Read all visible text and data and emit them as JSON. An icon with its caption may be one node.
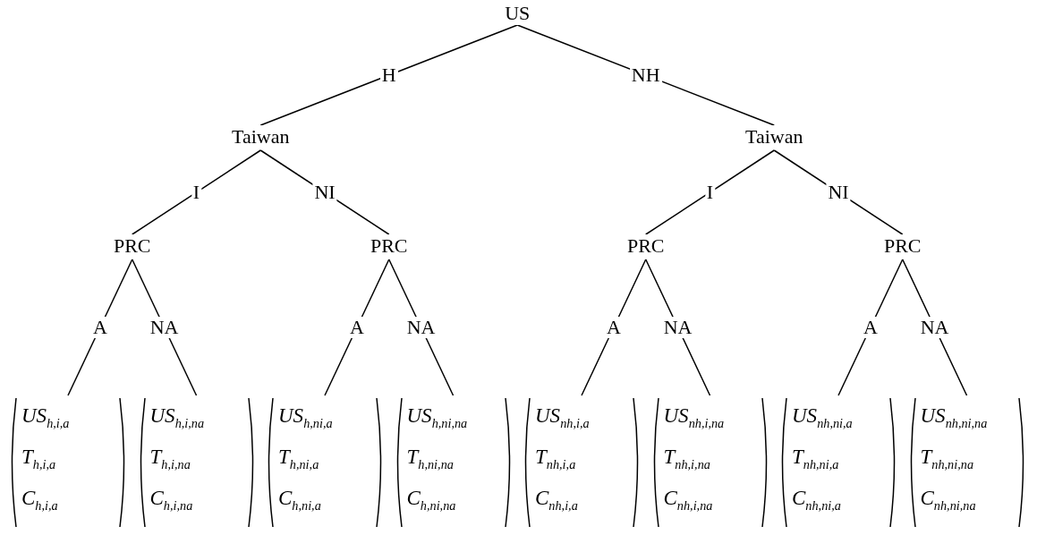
{
  "diagram": {
    "nodes": [
      {
        "text": [
          "US"
        ]
      },
      {
        "text": [
          "Taiwan"
        ]
      },
      {
        "text": [
          "Taiwan"
        ]
      },
      {
        "text": [
          "PRC"
        ]
      },
      {
        "text": [
          "PRC"
        ]
      },
      {
        "text": [
          "PRC"
        ]
      },
      {
        "text": [
          "PRC"
        ]
      },
      {
        "text": [
          "US$_{h,i,a}$",
          "T$_{h,i,a}$",
          "C$_{h,i,a}$"
        ]
      },
      {
        "text": [
          "US$_{h,i,na}$",
          "T$_{h,i,na}$",
          "C$_{h,i,na}$"
        ]
      },
      {
        "text": [
          "US$_{h,ni,a}$",
          "T$_{h,ni,a}$",
          "C$_{h,ni,a}$"
        ]
      },
      {
        "text": [
          "US$_{h,ni,na}$",
          "T$_{h,ni,na}$",
          "C$_{h,ni,na}$"
        ]
      },
      {
        "text": [
          "US$_{nh,i,a}$",
          "T$_{nh,i,a}$",
          "C$_{nh,i,a}$"
        ]
      },
      {
        "text": [
          "US$_{nh,i,na}$",
          "T$_{nh,i,na}$",
          "C$_{nh,i,na}$"
        ]
      },
      {
        "text": [
          "US$_{nh,ni,a}$",
          "T$_{nh,ni,a}$",
          "C$_{nh,ni,a}$"
        ]
      },
      {
        "text": [
          "US$_{nh,ni,na}$",
          "T$_{nh,ni,na}$",
          "C$_{nh,ni,na}$"
        ]
      }
    ],
    "edges": [
      {
        "from": 0,
        "to": 1,
        "arrow": "none",
        "label": "H"
      },
      {
        "from": 0,
        "to": 2,
        "arrow": "none",
        "label": "NH"
      },
      {
        "from": 1,
        "to": 3,
        "arrow": "none",
        "label": "I"
      },
      {
        "from": 1,
        "to": 4,
        "arrow": "none",
        "label": "NI"
      },
      {
        "from": 2,
        "to": 5,
        "arrow": "none",
        "label": "I"
      },
      {
        "from": 2,
        "to": 6,
        "arrow": "none",
        "label": "NI"
      },
      {
        "from": 3,
        "to": 7,
        "arrow": "none",
        "label": "A"
      },
      {
        "from": 3,
        "to": 8,
        "arrow": "none",
        "label": "NA"
      },
      {
        "from": 4,
        "to": 9,
        "arrow": "none",
        "label": "A"
      },
      {
        "from": 4,
        "to": 10,
        "arrow": "none",
        "label": "NA"
      },
      {
        "from": 5,
        "to": 11,
        "arrow": "none",
        "label": "A"
      },
      {
        "from": 5,
        "to": 12,
        "arrow": "none",
        "label": "NA"
      },
      {
        "from": 6,
        "to": 13,
        "arrow": "none",
        "label": "A"
      },
      {
        "from": 6,
        "to": 14,
        "arrow": "none",
        "label": "NA"
      }
    ]
  }
}
